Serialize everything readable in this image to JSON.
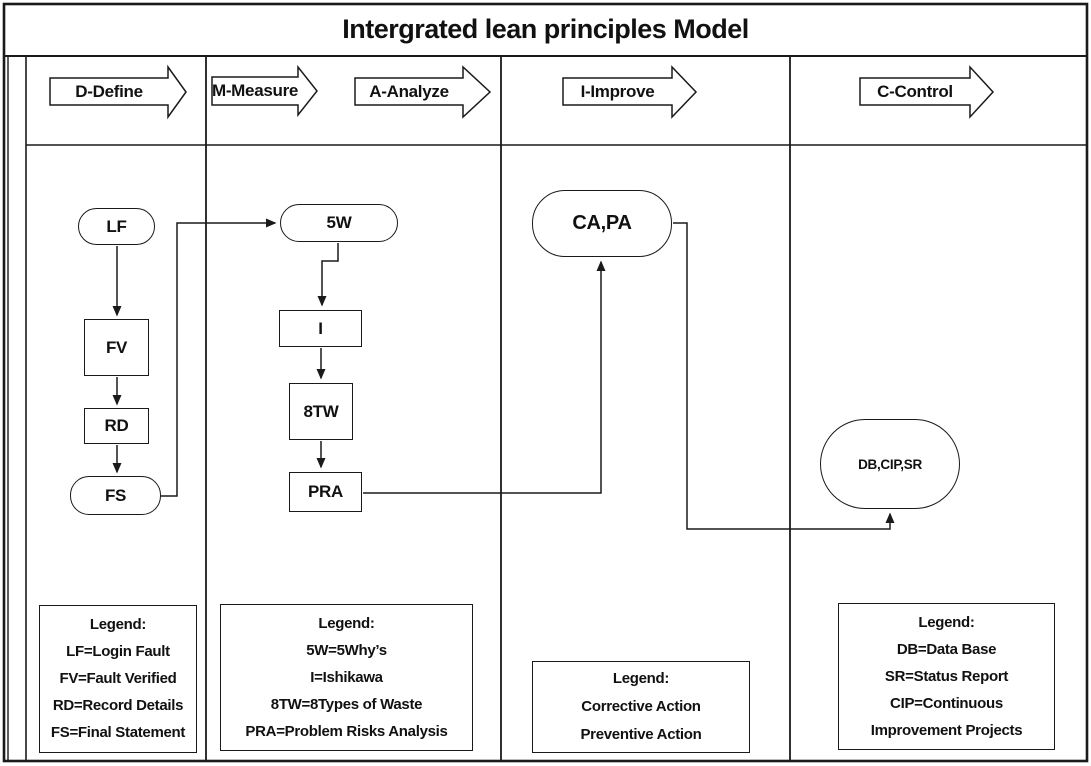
{
  "title": "Intergrated lean principles Model",
  "phases": [
    {
      "label": "D-Define"
    },
    {
      "label": "M-Measure"
    },
    {
      "label": "A-Analyze"
    },
    {
      "label": "I-Improve"
    },
    {
      "label": "C-Control"
    }
  ],
  "nodes": {
    "lf": "LF",
    "fv": "FV",
    "rd": "RD",
    "fs": "FS",
    "w5": "5W",
    "i": "I",
    "tw8": "8TW",
    "pra": "PRA",
    "capa": "CA,PA",
    "dbcipsr": "DB,CIP,SR"
  },
  "legends": {
    "define": {
      "title": "Legend:",
      "lines": [
        "LF=Login Fault",
        "FV=Fault Verified",
        "RD=Record Details",
        "FS=Final Statement"
      ]
    },
    "measure_analyze": {
      "title": "Legend:",
      "lines": [
        "5W=5Why’s",
        "I=Ishikawa",
        "8TW=8Types of Waste",
        "PRA=Problem Risks Analysis"
      ]
    },
    "improve": {
      "title": "Legend:",
      "lines": [
        "Corrective Action",
        "Preventive Action"
      ]
    },
    "control": {
      "title": "Legend:",
      "lines": [
        "DB=Data Base",
        "SR=Status Report",
        "CIP=Continuous",
        "Improvement Projects"
      ]
    }
  },
  "colors": {
    "ink": "#1a1a1a",
    "background": "#ffffff"
  }
}
